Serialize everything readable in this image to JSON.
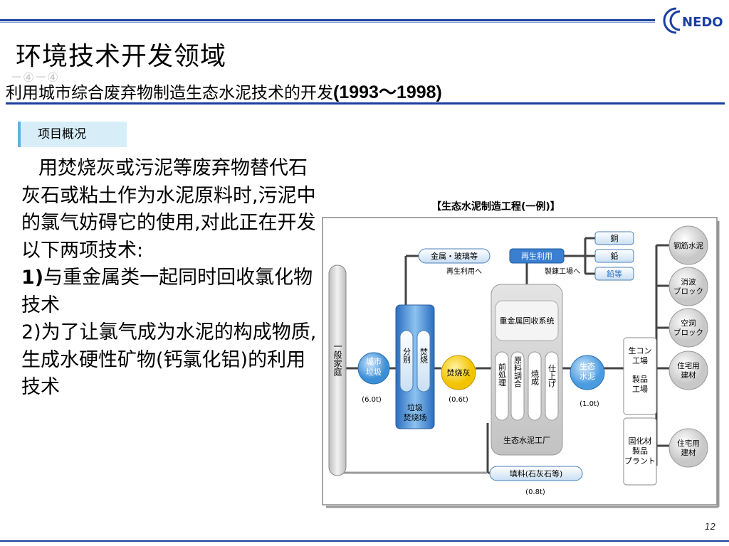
{
  "header": {
    "title": "环境技术开发领域",
    "sub_id": "－④－④",
    "subtitle_text": "利用城市综合废弃物制造生态水泥技术的开发",
    "subtitle_years": "(1993～1998)",
    "logo_text": "NEDO"
  },
  "section_badge": "项目概况",
  "body": {
    "line1": "用焚烧灰或污泥等废弃物替代石灰石或粘土作为水泥原料时,污泥中的氯气妨碍它的使用,对此正在开发以下两项技术:",
    "item1_num": "1)",
    "item1_text": "与重金属类一起同时回收氯化物技术",
    "item2_num": "2)",
    "item2_text": "为了让氯气成为水泥的构成物质,生成水硬性矿物(钙氯化铝)的利用技术"
  },
  "diagram": {
    "title": "【生态水泥制造工程(一例)】",
    "household": "一般家庭",
    "city_waste": "城市垃圾",
    "city_waste_amount": "(6.0t)",
    "sort": "分别",
    "incinerate": "焚烧",
    "plant": "垃圾焚烧场",
    "ash": "焚烧灰",
    "ash_amount": "(0.6t)",
    "metal_glass": "金属・玻璃等",
    "recycle_to": "再生利用へ",
    "reuse": "再生利用",
    "smelter_to": "製錬工場へ",
    "copper": "銅",
    "lead": "鉛",
    "zinc": "鉛等",
    "heavy_metal": "重金属回收系统",
    "pretreat": "前処理",
    "mix": "原料調合",
    "burn": "焼成",
    "finish": "仕上げ",
    "factory": "生态水泥工厂",
    "eco_cement": "生态水泥",
    "eco_amount": "(1.0t)",
    "filler": "填料(石灰石等)",
    "filler_amount": "(0.8t)",
    "con_plant": "生コン工場",
    "product_plant": "製品工場",
    "solid_plant": "固化材製品プラント",
    "rebar": "钢筋水泥",
    "wave": "消波ブロック",
    "hollow": "空洞ブロック",
    "housing1": "住宅用建材",
    "housing2": "住宅用建材"
  },
  "page_number": "12",
  "colors": {
    "accent_blue": "#1a3fa0",
    "badge_bg": "#d7eef8",
    "ash_yellow": "#f2c300",
    "city_blue": "#3b8fd6"
  }
}
